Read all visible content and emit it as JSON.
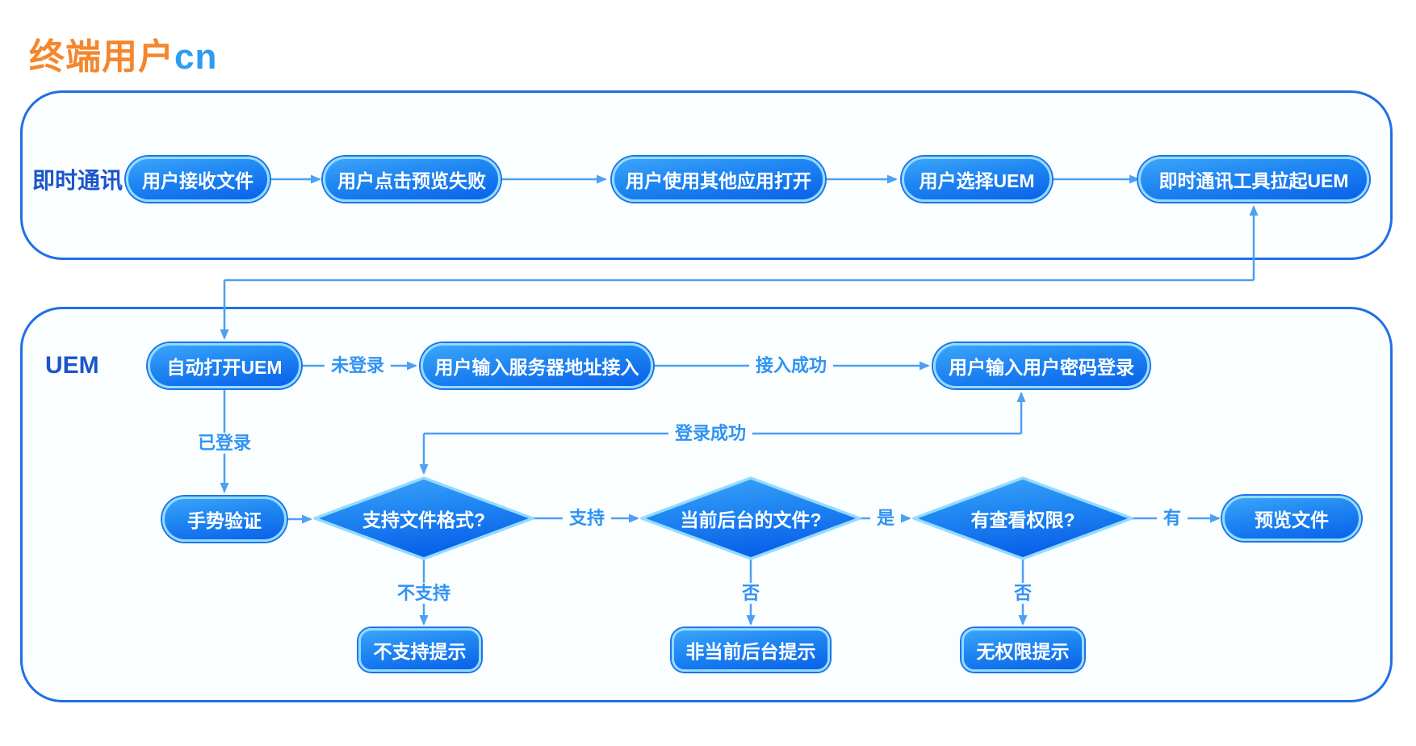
{
  "title": {
    "text_primary": "终端用户",
    "text_secondary": "cn"
  },
  "colors": {
    "title_primary": "#F5862B",
    "title_secondary": "#2D9CF1",
    "lane_label": "#1B55C9",
    "lane_border": "#2170E4",
    "lane_background": "#FBFEFF",
    "node_gradient_top": "#3BA5F9",
    "node_gradient_bottom": "#0A61E9",
    "node_border_light": "#92DBFE",
    "node_ring": "#1B74EC",
    "connector_line": "#4DA0F2",
    "edge_label_text": "#2F93F3",
    "node_text": "#FFFFFF"
  },
  "lanes": [
    {
      "label": "即时通讯"
    },
    {
      "label": "UEM"
    }
  ],
  "nodes": {
    "receive_file": "用户接收文件",
    "preview_fail": "用户点击预览失败",
    "open_with_other": "用户使用其他应用打开",
    "choose_uem": "用户选择UEM",
    "im_launch_uem": "即时通讯工具拉起UEM",
    "auto_open_uem": "自动打开UEM",
    "enter_server": "用户输入服务器地址接入",
    "enter_password": "用户输入用户密码登录",
    "gesture_verify": "手势验证",
    "format_supported_q": "支持文件格式?",
    "current_backend_q": "当前后台的文件?",
    "has_permission_q": "有查看权限?",
    "preview_file": "预览文件",
    "unsupported_tip": "不支持提示",
    "not_current_backend_tip": "非当前后台提示",
    "no_permission_tip": "无权限提示"
  },
  "edge_labels": {
    "not_logged_in": "未登录",
    "connect_success": "接入成功",
    "logged_in": "已登录",
    "login_success": "登录成功",
    "supported": "支持",
    "unsupported": "不支持",
    "is_current_yes": "是",
    "is_current_no": "否",
    "has_permission_yes": "有",
    "has_permission_no": "否"
  }
}
